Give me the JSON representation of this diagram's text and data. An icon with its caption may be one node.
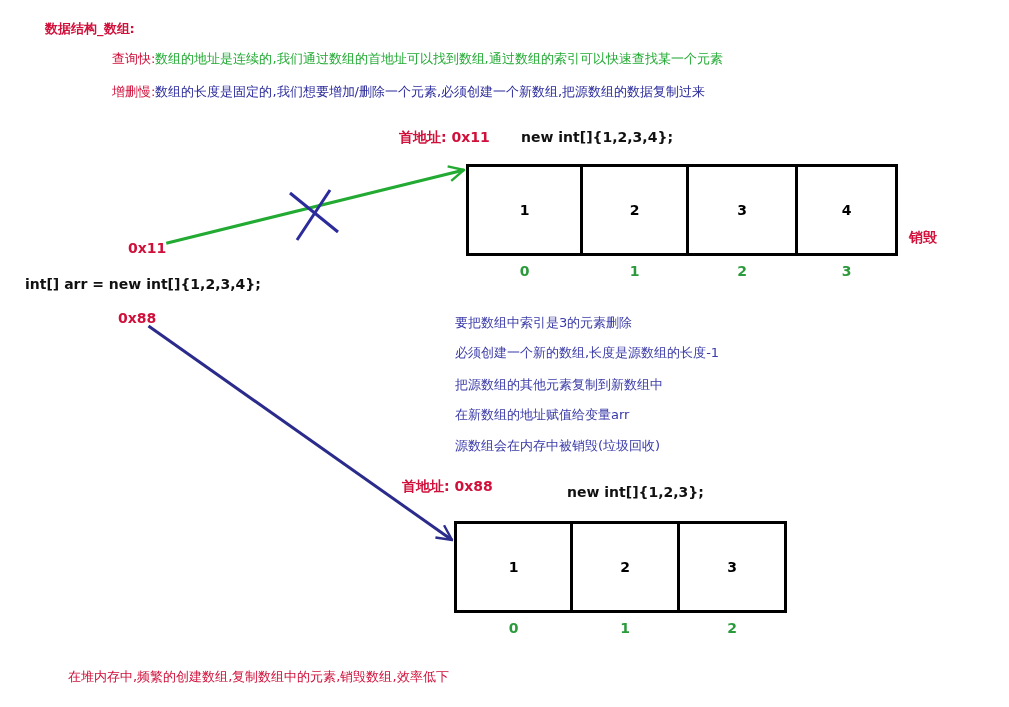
{
  "diagram": {
    "title": "数据结构_数组:",
    "nodes": [
      {
        "text": [
          "0x11"
        ]
      },
      {
        "text": [],
        "shape": "box",
        "beside": [
          "首地址: 0x11",
          "new int[]{1,2,3,4};",
          "销毁"
        ]
      },
      {
        "text": [
          "1"
        ],
        "in": 1,
        "beside": [
          "0"
        ]
      },
      {
        "text": [
          "2"
        ],
        "in": 1,
        "beside": [
          "1"
        ]
      },
      {
        "text": [
          "3"
        ],
        "in": 1,
        "beside": [
          "2"
        ]
      },
      {
        "text": [
          "4"
        ],
        "in": 1,
        "beside": [
          "3"
        ]
      },
      {
        "text": [
          "0x88"
        ]
      },
      {
        "text": [],
        "shape": "box",
        "beside": [
          "首地址: 0x88",
          "new int[]{1,2,3};"
        ]
      },
      {
        "text": [
          "1"
        ],
        "in": 7,
        "beside": [
          "0"
        ]
      },
      {
        "text": [
          "2"
        ],
        "in": 7,
        "beside": [
          "1"
        ]
      },
      {
        "text": [
          "3"
        ],
        "in": 7,
        "beside": [
          "2"
        ]
      }
    ],
    "edges": [
      {
        "from": 0,
        "to": 1,
        "arrow": "to",
        "color": "#22aa33"
      },
      {
        "from": 6,
        "to": 7,
        "arrow": "to",
        "color": "#2b2b8c"
      }
    ],
    "labels": [
      "查询快:",
      "数组的地址是连续的,我们通过数组的首地址可以找到数组,通过数组的索引可以快速查找某一个元素",
      "增删慢:",
      "数组的长度是固定的,我们想要增加/删除一个元素,必须创建一个新数组,把源数组的数据复制过来",
      "int[] arr = new int[]{1,2,3,4};",
      "要把数组中索引是3的元素删除",
      "必须创建一个新的数组,长度是源数组的长度-1",
      "把源数组的其他元素复制到新数组中",
      "在新数组的地址赋值给变量arr",
      "源数组会在内存中被销毁(垃圾回收)",
      "在堆内存中,频繁的创建数组,复制数组中的元素,销毁数组,效率低下"
    ]
  }
}
